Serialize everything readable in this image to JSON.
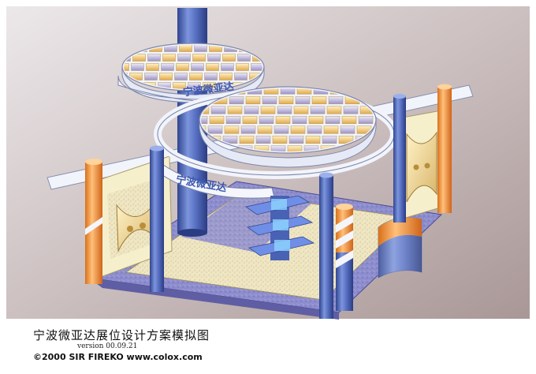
{
  "sign": {
    "upper_text": "宁波微亚达",
    "lower_text": "宁波微亚达"
  },
  "caption": {
    "title": "宁波微亚达展位设计方案模拟图",
    "version": "version 00.09.21",
    "copyright": "©2000 SIR FIREKO www.colox.com"
  },
  "colors": {
    "column_blue": "#5068b8",
    "ring_white": "#eef2fa",
    "floor_lavender": "#8e8ec8",
    "floor_beige": "#efe6c8",
    "accent_orange": "#f08c2a",
    "panel_cream": "#f4ecc4"
  }
}
